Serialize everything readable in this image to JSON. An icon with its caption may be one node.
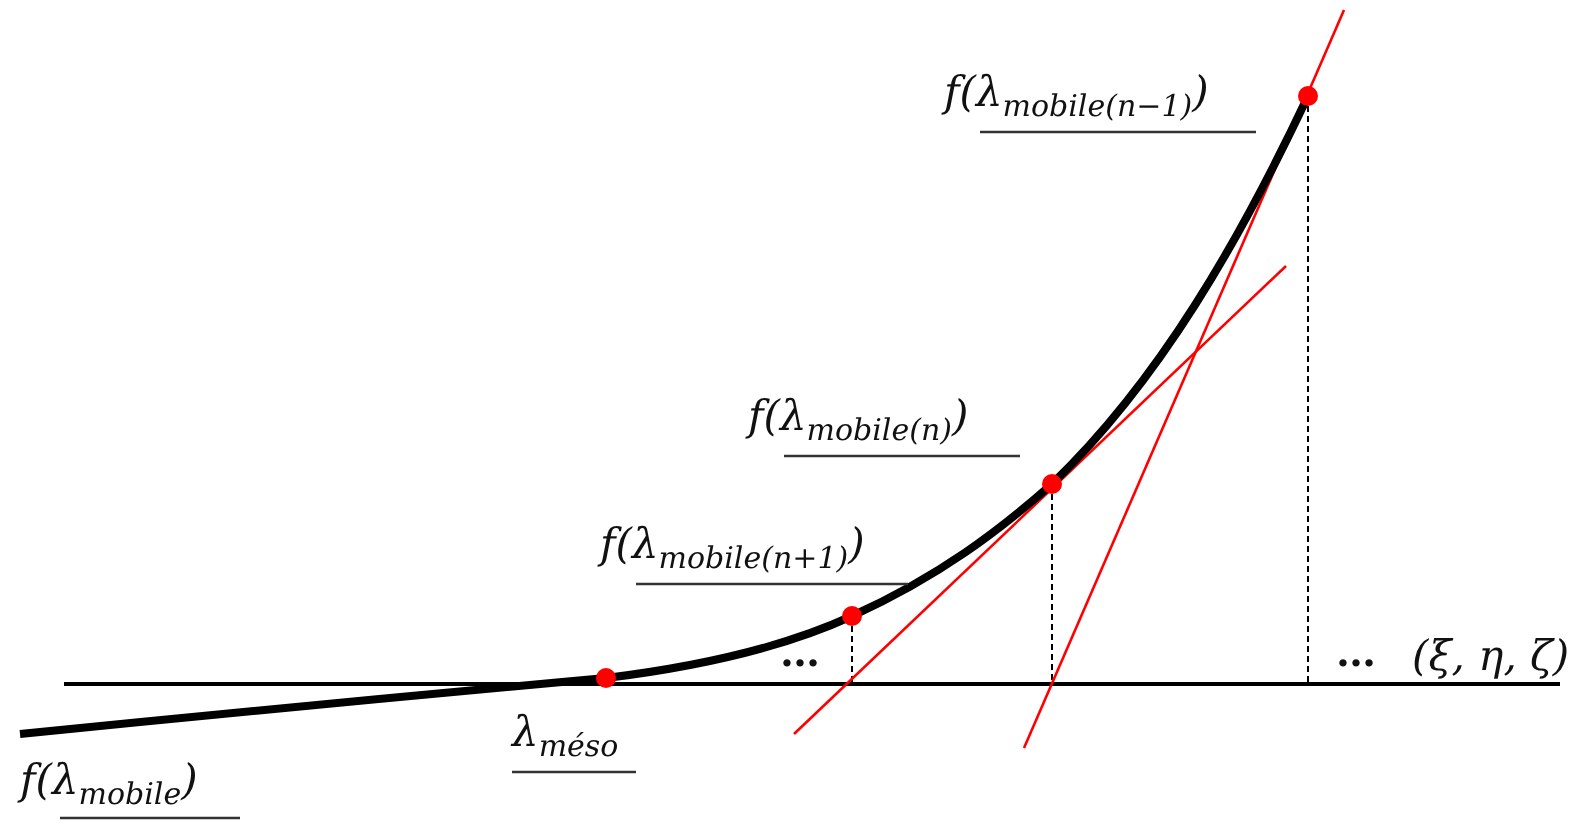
{
  "diagram": {
    "labels": [
      "f(λ$_{mobile(n−1)}$)",
      "f(λ$_{mobile(n)}$)",
      "f(λ$_{mobile(n+1)}$)",
      "…",
      "…",
      "(ξ, η, ζ)",
      "f(λ$_{mobile}$)",
      "λ$_{méso}$"
    ]
  }
}
